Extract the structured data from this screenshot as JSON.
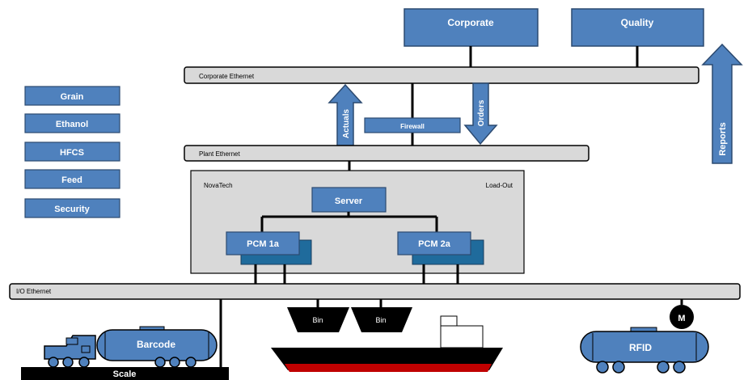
{
  "boxes": {
    "corporate": "Corporate",
    "quality": "Quality",
    "firewall": "Firewall",
    "server": "Server",
    "pcm1": "PCM 1a",
    "pcm2": "PCM 2a"
  },
  "buses": {
    "corporate_ethernet": "Corporate Ethernet",
    "plant_ethernet": "Plant Ethernet",
    "io_ethernet": "I/O Ethernet"
  },
  "arrows": {
    "actuals": "Actuals",
    "orders": "Orders",
    "reports": "Reports"
  },
  "plant_panel": {
    "left_label": "NovaTech",
    "right_label": "Load-Out"
  },
  "legend": [
    "Grain",
    "Ethanol",
    "HFCS",
    "Feed",
    "Security"
  ],
  "equipment": {
    "bin_left": "Bin",
    "bin_right": "Bin",
    "barcode": "Barcode",
    "scale": "Scale",
    "rfid": "RFID",
    "motor": "M"
  },
  "colors": {
    "box_fill": "#4f81bd",
    "box_stroke": "#2c4a70",
    "bus_fill": "#d9d9d9",
    "panel_fill": "#d9d9d9",
    "pcm_shadow": "#1f6b9c",
    "ship_hull_stripe": "#c00000"
  }
}
